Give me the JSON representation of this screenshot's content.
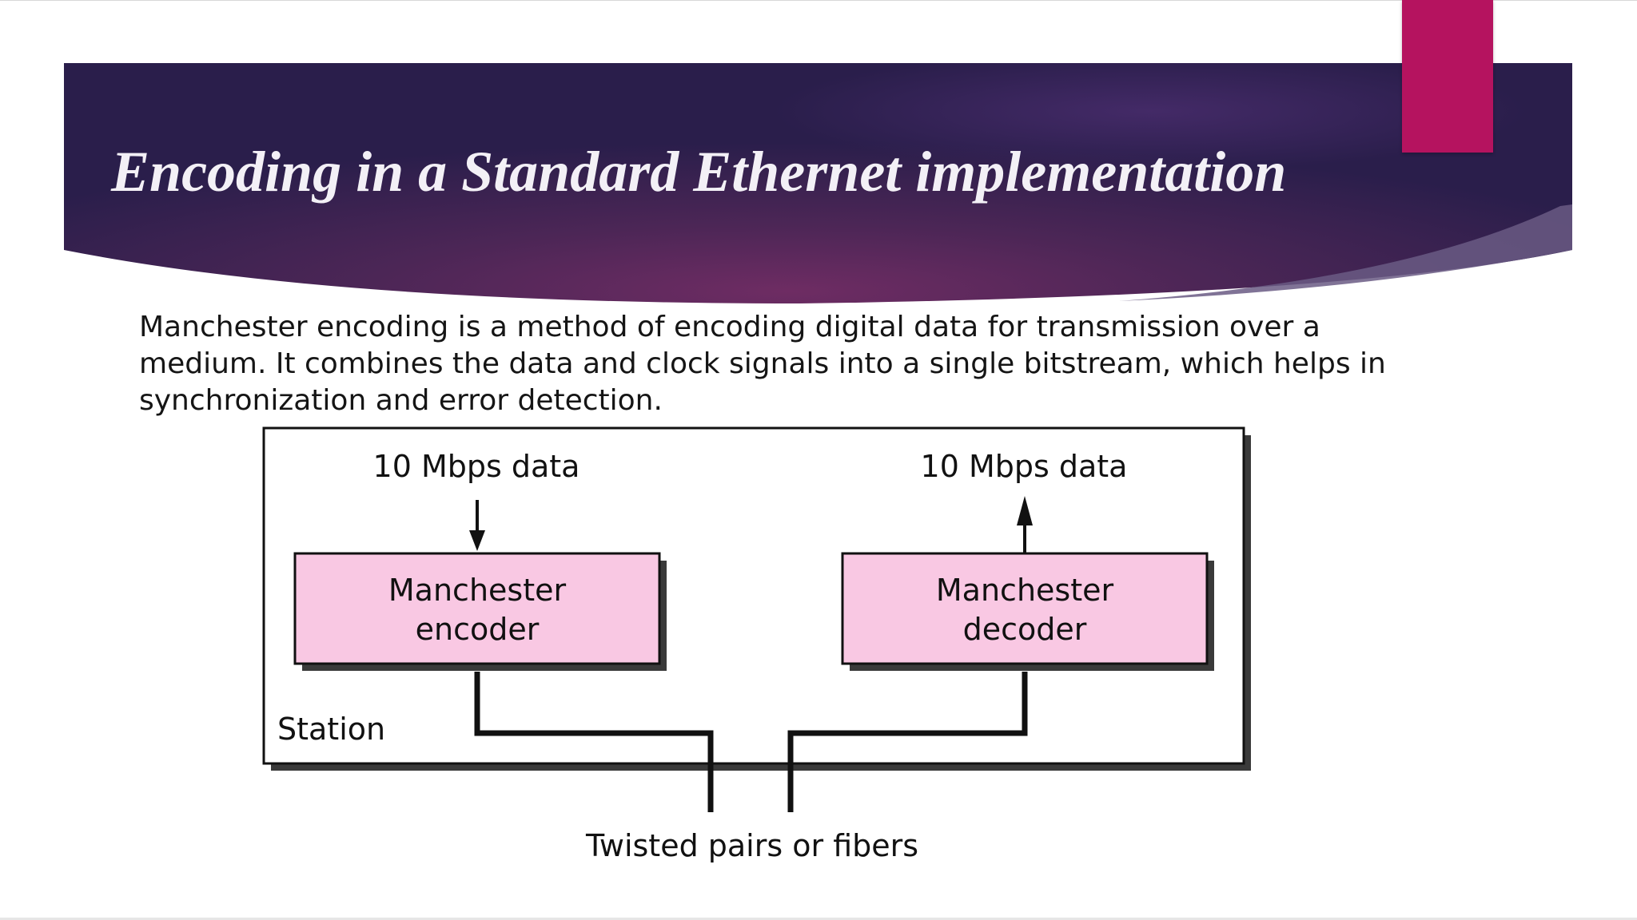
{
  "slide": {
    "title": "Encoding in a Standard Ethernet implementation",
    "body": "Manchester encoding is a method of encoding digital data for transmission over a medium. It combines the data and clock signals into a single bitstream, which helps in synchronization and error detection."
  },
  "diagram": {
    "input_label": "10 Mbps data",
    "output_label": "10 Mbps data",
    "encoder": {
      "line1": "Manchester",
      "line2": "encoder"
    },
    "decoder": {
      "line1": "Manchester",
      "line2": "decoder"
    },
    "station_label": "Station",
    "medium_label": "Twisted pairs or fibers"
  },
  "colors": {
    "banner_dark": "#2c1f4c",
    "banner_mid": "#6b2c62",
    "accent": "#b5135f",
    "box_fill": "#f9c8e3"
  }
}
